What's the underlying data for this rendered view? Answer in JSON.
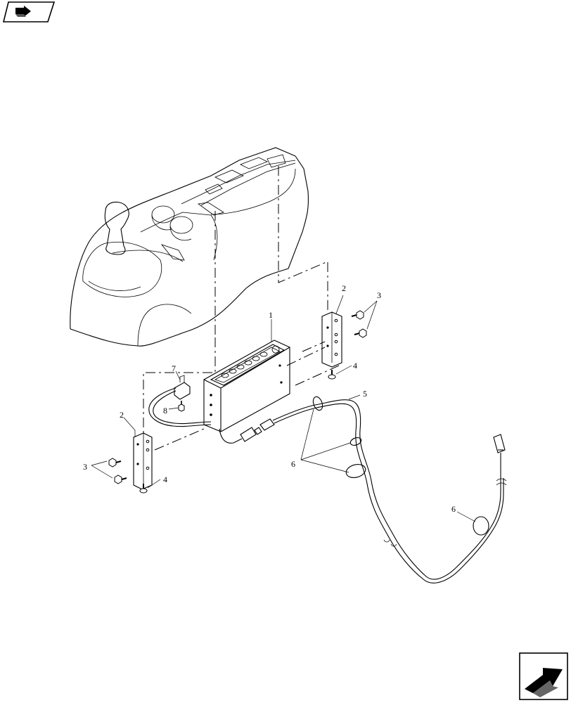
{
  "callouts": {
    "c1": "1",
    "c2a": "2",
    "c2b": "2",
    "c3a": "3",
    "c3b": "3",
    "c4a": "4",
    "c4b": "4",
    "c5": "5",
    "c6a": "6",
    "c6b": "6",
    "c7": "7",
    "c8": "8"
  },
  "icons": {
    "prev": "previous-page-icon",
    "next": "next-page-icon"
  }
}
